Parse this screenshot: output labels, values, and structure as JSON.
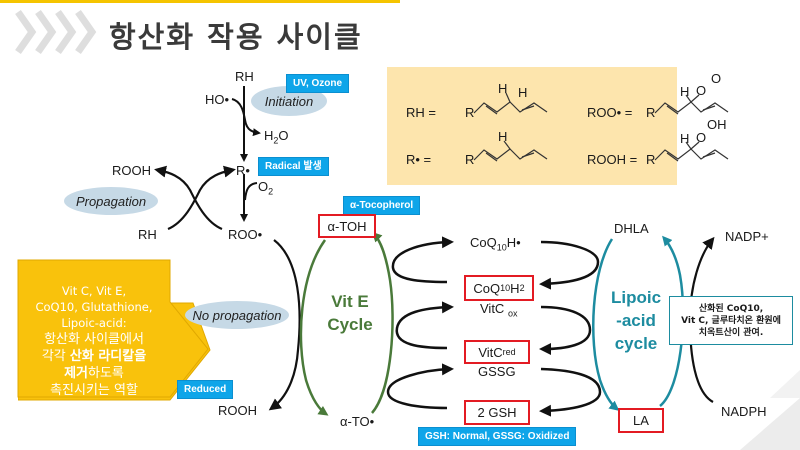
{
  "header": {
    "title": "항산화 작용 사이클",
    "accent_color": "#f5c400"
  },
  "initiation": {
    "rh_top": "RH",
    "ho_radical": "HO•",
    "initiation_label": "Initiation",
    "h2o": "H2O",
    "r_radical": "R•",
    "o2": "O2",
    "uv_tag": "UV, Ozone",
    "radical_tag": "Radical 발생"
  },
  "propagation": {
    "rooh": "ROOH",
    "rh": "RH",
    "roo_radical": "ROO•",
    "label": "Propagation"
  },
  "chem_box": {
    "rows": [
      {
        "name": "RH =",
        "structure": "R-CH=CH-CH(H)(H)-CH=CH-CH3"
      },
      {
        "name": "ROO• =",
        "structure": "R-CH=CH-CH(H)(O-O•)-CH=CH-CH3"
      },
      {
        "name": "R• =",
        "structure": "R-CH=CH-C•(H)-CH=CH-CH3"
      },
      {
        "name": "ROOH =",
        "structure": "R-CH=CH-CH(H)(O-OH)-CH=CH-CH3"
      }
    ],
    "labels": {
      "H": "H",
      "O": "O",
      "OH": "OH",
      "R": "R"
    },
    "bg_color": "#fde5ad"
  },
  "antioxidant_arrow": {
    "line1": "Vit C, Vit E,",
    "line2": "CoQ10, Glutathione,",
    "line3": "Lipoic-acid:",
    "line4": "항산화 사이클에서",
    "line5_pre": "각각 ",
    "line5_bold": "산화 라디칼을",
    "line6_bold": "제거",
    "line6_post": "하도록",
    "line7": "촉진시키는 역할",
    "color": "#f9c20c"
  },
  "no_propagation": {
    "label": "No propagation",
    "rooh": "ROOH",
    "reduced_tag": "Reduced"
  },
  "vit_e_cycle": {
    "label_line1": "Vit E",
    "label_line2": "Cycle",
    "toh": "α-TOH",
    "to_radical": "α-TO•",
    "tocopherol_tag": "α-Tocopherol",
    "color": "#4a7a3a"
  },
  "middle": {
    "coq10h_radical": {
      "base": "CoQ",
      "sub": "10",
      "tail": "H•"
    },
    "coq10h2": {
      "base": "CoQ",
      "sub": "10",
      "tail": "H",
      "tail_sub": "2"
    },
    "vitc_ox": {
      "base": "VitC",
      "sub": "ox"
    },
    "vitc_red": {
      "base": "VitC",
      "sub": "red"
    },
    "gssg": "GSSG",
    "gsh2": "2 GSH",
    "gsh_tag": "GSH: Normal, GSSG: Oxidized"
  },
  "lipoic_cycle": {
    "label_line1": "Lipoic",
    "label_line2": "-acid",
    "label_line3": "cycle",
    "dhla": "DHLA",
    "la": "LA",
    "nadp": "NADP+",
    "nadph": "NADPH",
    "color": "#1d8ca0",
    "note_line1": "산화된 CoQ10,",
    "note_line2": "Vit C, 글루타치온 환원에",
    "note_line3": "치옥트산이 관여."
  }
}
